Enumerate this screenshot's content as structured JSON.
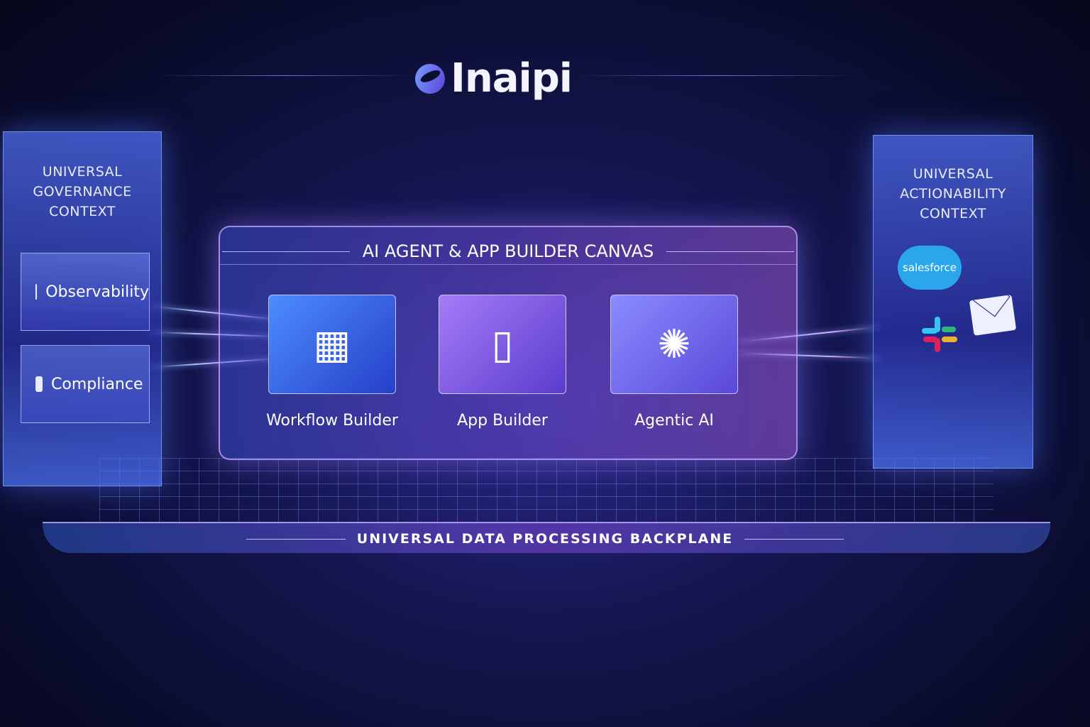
{
  "brand": {
    "name": "Inaipi"
  },
  "left_tower": {
    "title_line1": "UNIVERSAL",
    "title_line2": "GOVERNANCE CONTEXT",
    "layers": [
      {
        "label": "Observability"
      },
      {
        "label": "Compliance"
      }
    ]
  },
  "right_tower": {
    "title_line1": "UNIVERSAL",
    "title_line2": "ACTIONABILITY CONTEXT",
    "integrations": [
      {
        "label": "salesforce",
        "icon": "salesforce-cloud-icon"
      },
      {
        "icon": "slack-icon"
      },
      {
        "icon": "mail-icon"
      }
    ]
  },
  "canvas": {
    "title": "AI AGENT & APP BUILDER CANVAS",
    "modules": [
      {
        "label": "Workflow Builder",
        "icon": "workflow-icon",
        "color": "#3f6df0"
      },
      {
        "label": "App Builder",
        "icon": "mobile-app-icon",
        "color": "#8a5ae8"
      },
      {
        "label": "Agentic AI",
        "icon": "brain-icon",
        "color": "#7a70f0"
      }
    ]
  },
  "backplane": {
    "label": "UNIVERSAL DATA PROCESSING BACKPLANE"
  }
}
